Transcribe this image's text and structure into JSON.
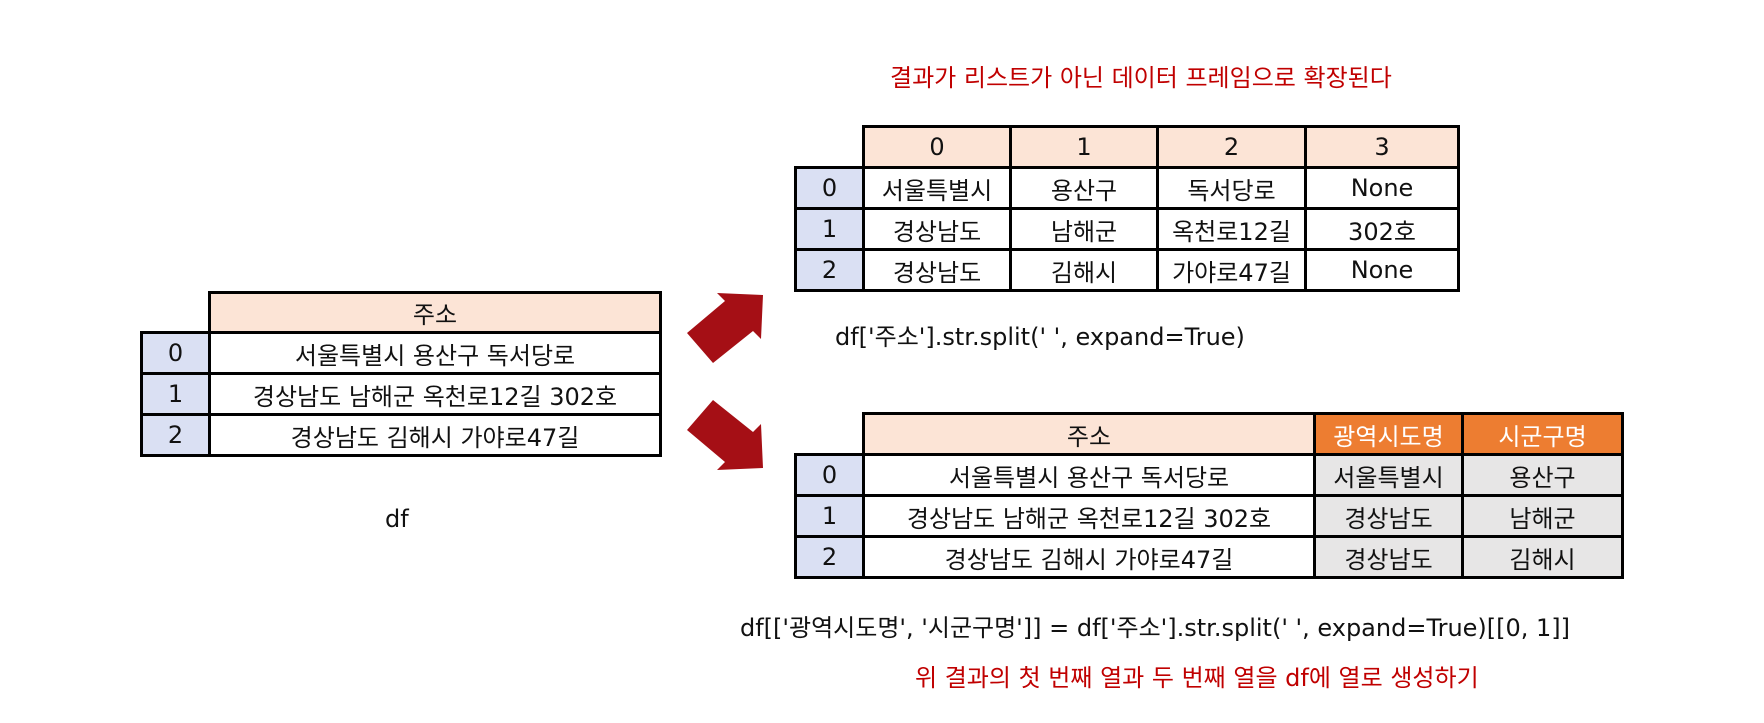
{
  "left": {
    "header": "주소",
    "rows": [
      {
        "idx": "0",
        "addr": "서울특별시 용산구 독서당로"
      },
      {
        "idx": "1",
        "addr": "경상남도 남해군 옥천로12길 302호"
      },
      {
        "idx": "2",
        "addr": "경상남도 김해시 가야로47길"
      }
    ],
    "caption": "df"
  },
  "top_right": {
    "note": "결과가 리스트가 아닌 데이터 프레임으로 확장된다",
    "headers": [
      "0",
      "1",
      "2",
      "3"
    ],
    "rows": [
      {
        "idx": "0",
        "cells": [
          "서울특별시",
          "용산구",
          "독서당로",
          "None"
        ]
      },
      {
        "idx": "1",
        "cells": [
          "경상남도",
          "남해군",
          "옥천로12길",
          "302호"
        ]
      },
      {
        "idx": "2",
        "cells": [
          "경상남도",
          "김해시",
          "가야로47길",
          "None"
        ]
      }
    ],
    "caption": "df['주소'].str.split(' ', expand=True)"
  },
  "bottom_right": {
    "headers": [
      "주소",
      "광역시도명",
      "시군구명"
    ],
    "rows": [
      {
        "idx": "0",
        "cells": [
          "서울특별시 용산구 독서당로",
          "서울특별시",
          "용산구"
        ]
      },
      {
        "idx": "1",
        "cells": [
          "경상남도 남해군 옥천로12길 302호",
          "경상남도",
          "남해군"
        ]
      },
      {
        "idx": "2",
        "cells": [
          "경상남도 김해시 가야로47길",
          "경상남도",
          "김해시"
        ]
      }
    ],
    "caption": "df[['광역시도명', '시군구명']] = df['주소'].str.split(' ', expand=True)[[0, 1]]",
    "note": "위 결과의 첫 번째 열과 두 번째 열을 df에 열로 생성하기"
  },
  "colors": {
    "header_fill": "#fce4d6",
    "index_fill": "#dae0f3",
    "new_column_header": "#ed7d31",
    "new_column_fill": "#e7e6e6",
    "arrow": "#a50f15",
    "note_text": "#c00000"
  }
}
